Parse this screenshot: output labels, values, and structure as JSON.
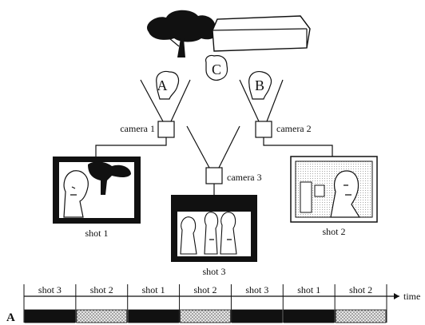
{
  "scene": {
    "actors": [
      "A",
      "C",
      "B"
    ]
  },
  "cameras": [
    "camera 1",
    "camera 2",
    "camera 3"
  ],
  "shots": [
    "shot 1",
    "shot 2",
    "shot 3"
  ],
  "timeline": {
    "row_label": "A",
    "axis_label": "time",
    "segments": [
      {
        "label": "shot 3",
        "fill": "black"
      },
      {
        "label": "shot 2",
        "fill": "dotted"
      },
      {
        "label": "shot 1",
        "fill": "black"
      },
      {
        "label": "shot 2",
        "fill": "dotted"
      },
      {
        "label": "shot 3",
        "fill": "black"
      },
      {
        "label": "shot 1",
        "fill": "black"
      },
      {
        "label": "shot 2",
        "fill": "dotted"
      }
    ]
  },
  "colors": {
    "ink": "#111111",
    "background": "#ffffff",
    "dotted_fill": "#d9d9d9"
  }
}
